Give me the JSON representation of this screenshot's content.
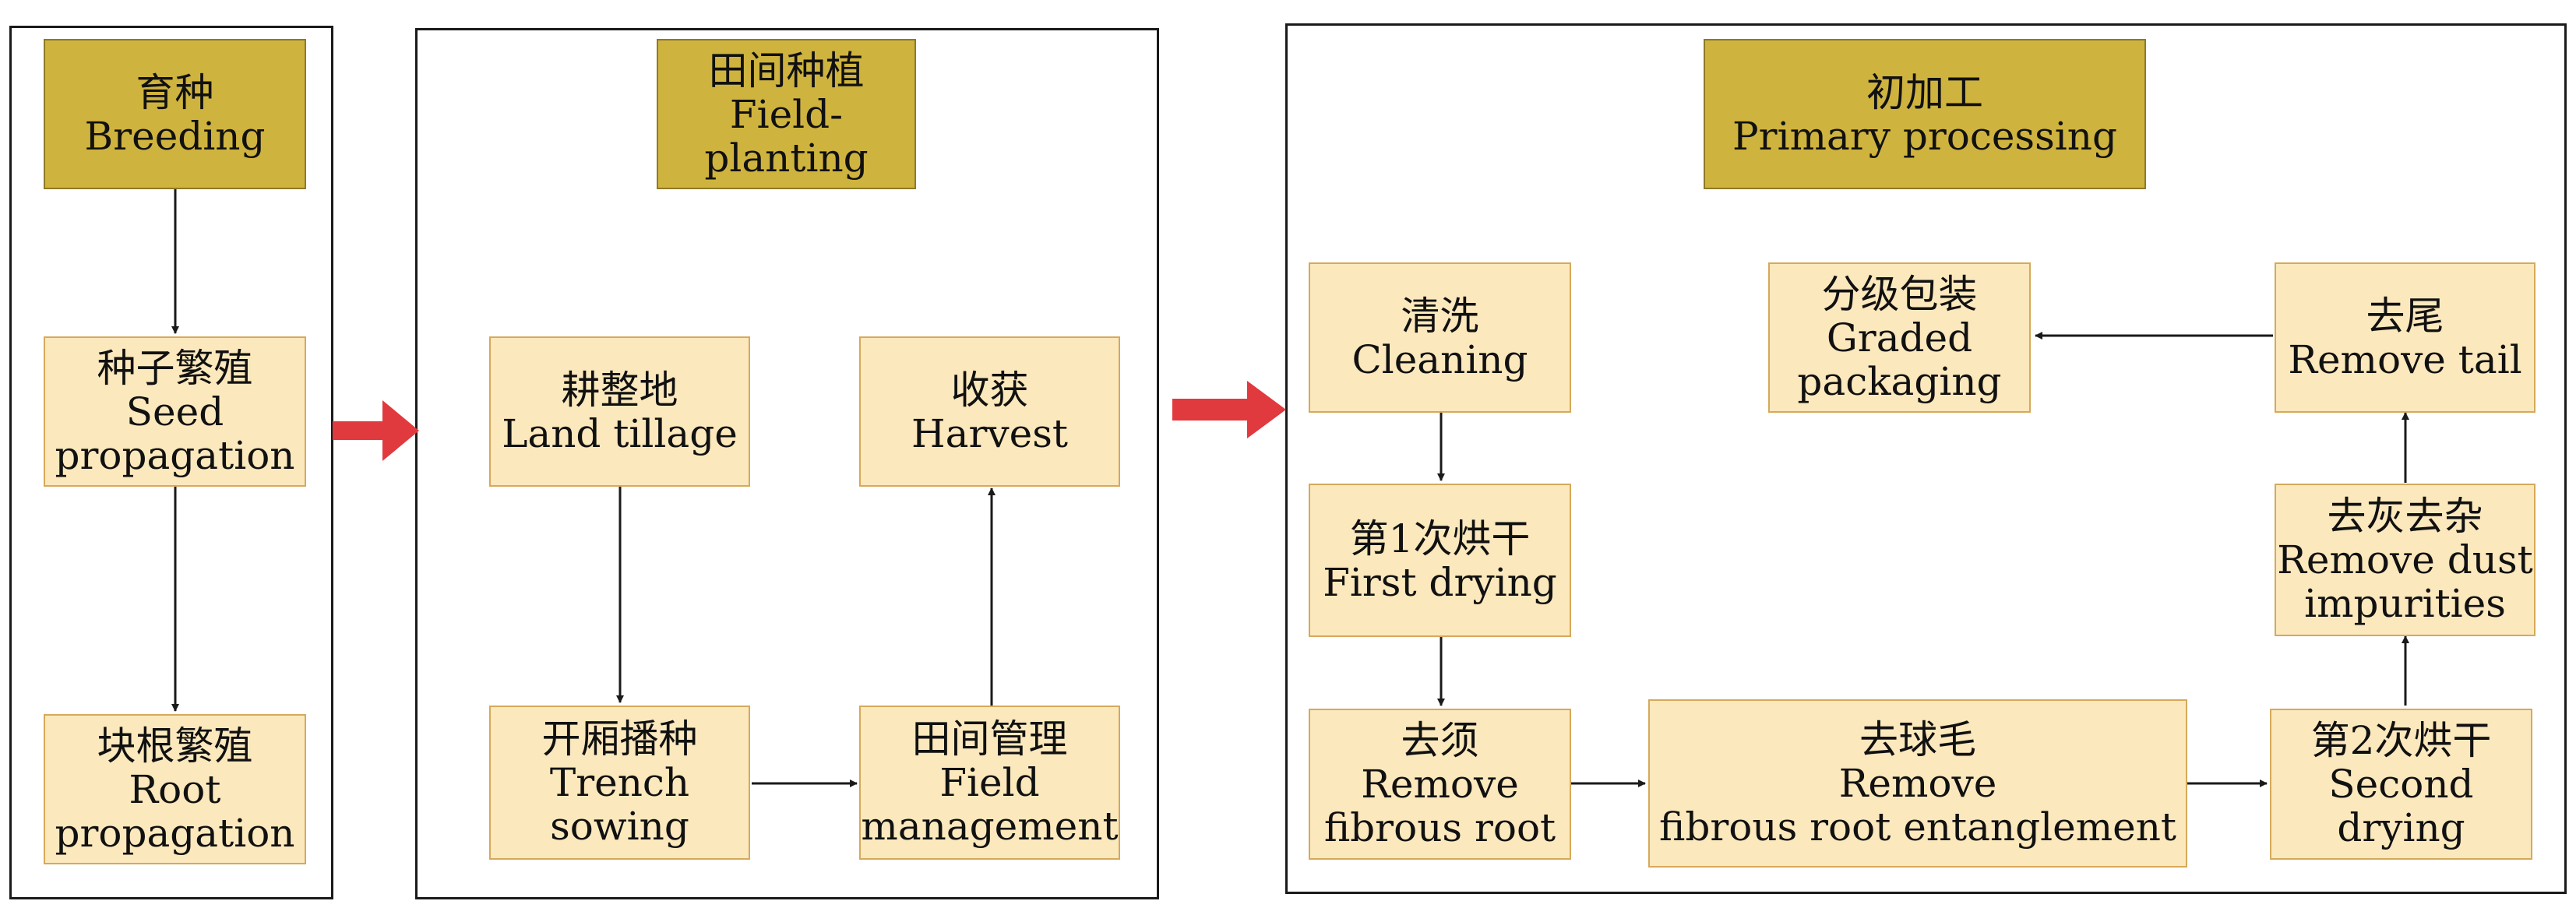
{
  "panels": {
    "breeding": {
      "header": {
        "zh": "育种",
        "en1": "Breeding"
      },
      "steps": [
        {
          "zh": "种子繁殖",
          "en1": "Seed",
          "en2": "propagation"
        },
        {
          "zh": "块根繁殖",
          "en1": "Root",
          "en2": "propagation"
        }
      ]
    },
    "field": {
      "header": {
        "zh": "田间种植",
        "en1": "Field-",
        "en2": "planting"
      },
      "steps": [
        {
          "zh": "耕整地",
          "en1": "Land tillage"
        },
        {
          "zh": "收获",
          "en1": "Harvest"
        },
        {
          "zh": "开厢播种",
          "en1": "Trench",
          "en2": "sowing"
        },
        {
          "zh": "田间管理",
          "en1": "Field",
          "en2": "management"
        }
      ]
    },
    "processing": {
      "header": {
        "zh": "初加工",
        "en1": "Primary processing"
      },
      "steps": [
        {
          "zh": "清洗",
          "en1": "Cleaning"
        },
        {
          "zh": "分级包装",
          "en1": "Graded",
          "en2": "packaging"
        },
        {
          "zh": "去尾",
          "en1": "Remove tail"
        },
        {
          "zh": "第1次烘干",
          "en1": "First drying"
        },
        {
          "zh": "去灰去杂",
          "en1": "Remove dust",
          "en2": "impurities"
        },
        {
          "zh": "去须",
          "en1": "Remove",
          "en2": "fibrous root"
        },
        {
          "zh": "去球毛",
          "en1": "Remove",
          "en2": "fibrous root entanglement"
        },
        {
          "zh": "第2次烘干",
          "en1": "Second",
          "en2": "drying"
        }
      ]
    }
  },
  "colors": {
    "header_fill": "#cfb33f",
    "step_fill": "#fbe8bd",
    "flow_arrow": "#e0393e",
    "line": "#1a1a1a"
  }
}
